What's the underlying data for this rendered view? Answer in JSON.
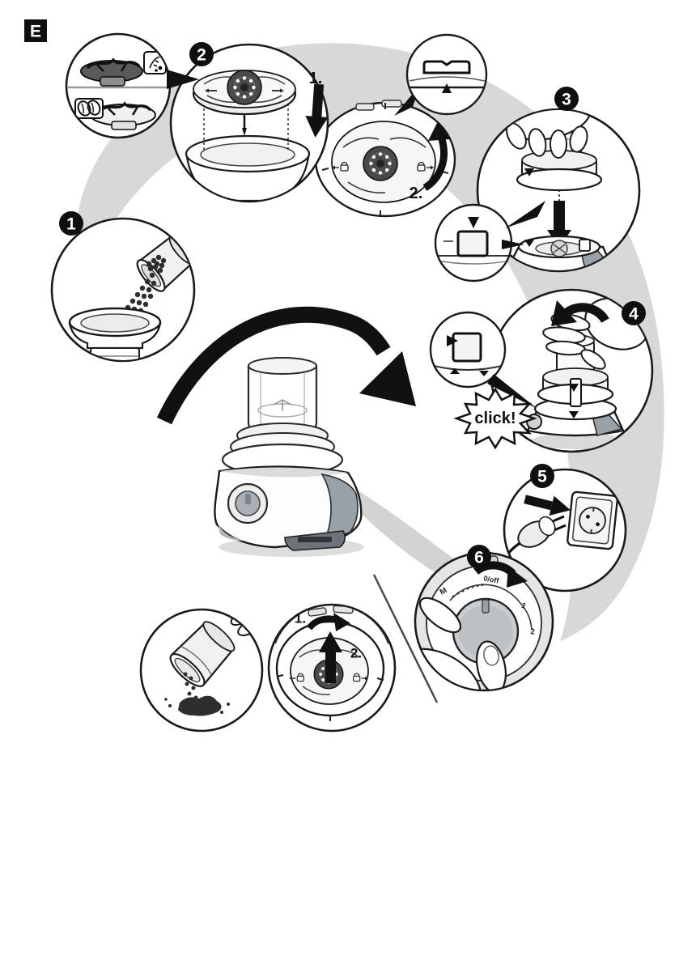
{
  "section_label": "E",
  "colors": {
    "swoosh": "#d8d8d8",
    "line": "#1a1a1a",
    "badge_bg": "#0f0f0f",
    "badge_text": "#ffffff",
    "appliance_gray": "#98a0a8",
    "beans": "#2e2e2e"
  },
  "badges": {
    "b1": "1",
    "b2": "2",
    "b3": "3",
    "b4": "4",
    "b5": "5",
    "b6": "6"
  },
  "sub_steps": {
    "insert_down": "1.",
    "lid_close": "2.",
    "remove_turn": "1.",
    "remove_lift": "2."
  },
  "callouts": {
    "click": "click!"
  },
  "dial": {
    "m": "M",
    "off": "0/off",
    "speed1": "1",
    "speed2": "2"
  }
}
